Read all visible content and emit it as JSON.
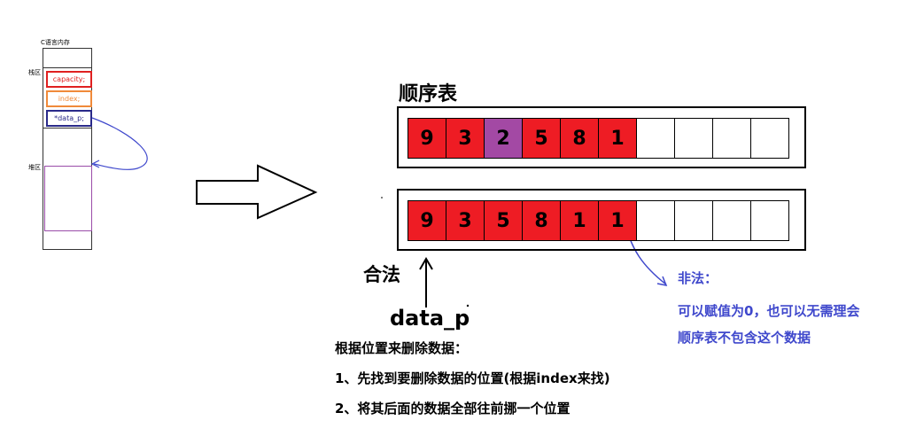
{
  "memory": {
    "title": "C语言内存",
    "stack_label": "栈区",
    "heap_label": "堆区",
    "fields": {
      "capacity": "capacity;",
      "index": "index;",
      "data_p": "*data_p;"
    }
  },
  "table_title": "顺序表",
  "before_row": [
    {
      "value": "9",
      "color": "#ee1c24"
    },
    {
      "value": "3",
      "color": "#ee1c24"
    },
    {
      "value": "2",
      "color": "#a349a4"
    },
    {
      "value": "5",
      "color": "#ee1c24"
    },
    {
      "value": "8",
      "color": "#ee1c24"
    },
    {
      "value": "1",
      "color": "#ee1c24"
    },
    {
      "value": "",
      "color": "#ffffff"
    },
    {
      "value": "",
      "color": "#ffffff"
    },
    {
      "value": "",
      "color": "#ffffff"
    },
    {
      "value": "",
      "color": "#ffffff"
    }
  ],
  "after_row": [
    {
      "value": "9",
      "color": "#ee1c24"
    },
    {
      "value": "3",
      "color": "#ee1c24"
    },
    {
      "value": "5",
      "color": "#ee1c24"
    },
    {
      "value": "8",
      "color": "#ee1c24"
    },
    {
      "value": "1",
      "color": "#ee1c24"
    },
    {
      "value": "1",
      "color": "#ee1c24"
    },
    {
      "value": "",
      "color": "#ffffff"
    },
    {
      "value": "",
      "color": "#ffffff"
    },
    {
      "value": "",
      "color": "#ffffff"
    },
    {
      "value": "",
      "color": "#ffffff"
    }
  ],
  "legal_label": "合法",
  "pointer_label": "data_p",
  "illegal_note": {
    "title": "非法：",
    "line1": "可以赋值为0，也可以无需理会",
    "line2": "顺序表不包含这个数据"
  },
  "description": {
    "heading": "根据位置来删除数据：",
    "step1": "1、先找到要删除数据的位置(根据index来找)",
    "step2": "2、将其后面的数据全部往前挪一个位置"
  },
  "colors": {
    "element_red": "#ee1c24",
    "deleted_purple": "#a349a4",
    "annotation_blue": "#3f48cc",
    "heap_outline": "#9a4ca8"
  }
}
